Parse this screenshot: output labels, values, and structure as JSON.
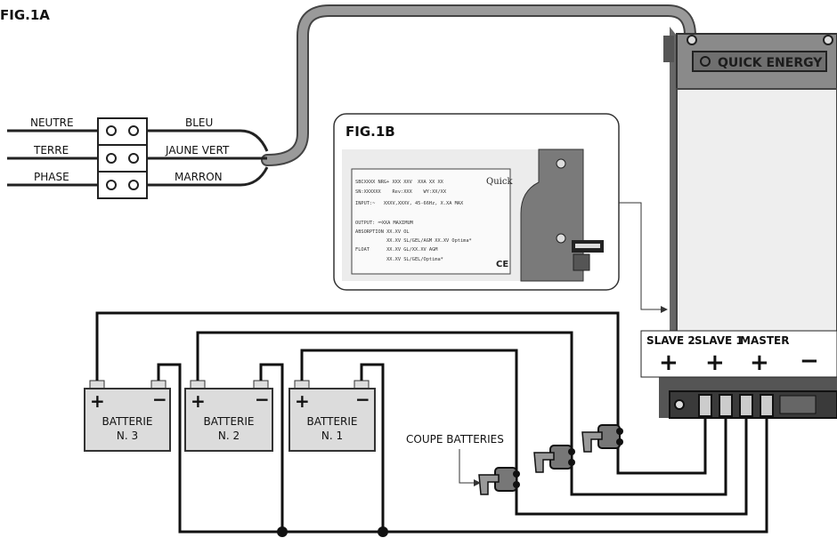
{
  "fig_1a": "FIG.1A",
  "fig_1b": "FIG.1B",
  "brand": "QUICK ENERGY",
  "mains": [
    {
      "left": "NEUTRE",
      "right": "BLEU"
    },
    {
      "left": "TERRE",
      "right": "JAUNE VERT"
    },
    {
      "left": "PHASE",
      "right": "MARRON"
    }
  ],
  "label_plate": {
    "logo": "Quick",
    "lines": [
      "SBCXXXX NRG+ XXX XXV  XXA XX XX",
      "SN:XXXXXX    Rev:XXX    WY:XX/XX",
      "INPUT:~   XXXV,XXXV, 45-66Hz, X.XA MAX",
      "",
      "OUTPUT: ⎓XXA MAXIMUM",
      "ABSORPTION XX.XV OL",
      "           XX.XV SL/GEL/AGM XX.XV Optima*",
      "FLOAT      XX.XV GL/XX.XV AGM",
      "           XX.XV SL/GEL/Optima*"
    ],
    "ce": "CE"
  },
  "outputs": [
    {
      "name": "SLAVE 2",
      "sign": "+"
    },
    {
      "name": "SLAVE 1",
      "sign": "+"
    },
    {
      "name": "MASTER",
      "sign": "+"
    },
    {
      "name": "",
      "sign": "−"
    }
  ],
  "batteries": [
    {
      "line1": "BATTERIE",
      "line2": "N. 3"
    },
    {
      "line1": "BATTERIE",
      "line2": "N. 2"
    },
    {
      "line1": "BATTERIE",
      "line2": "N. 1"
    }
  ],
  "battery_plus": "+",
  "battery_minus": "−",
  "coupe": "COUPE BATTERIES"
}
